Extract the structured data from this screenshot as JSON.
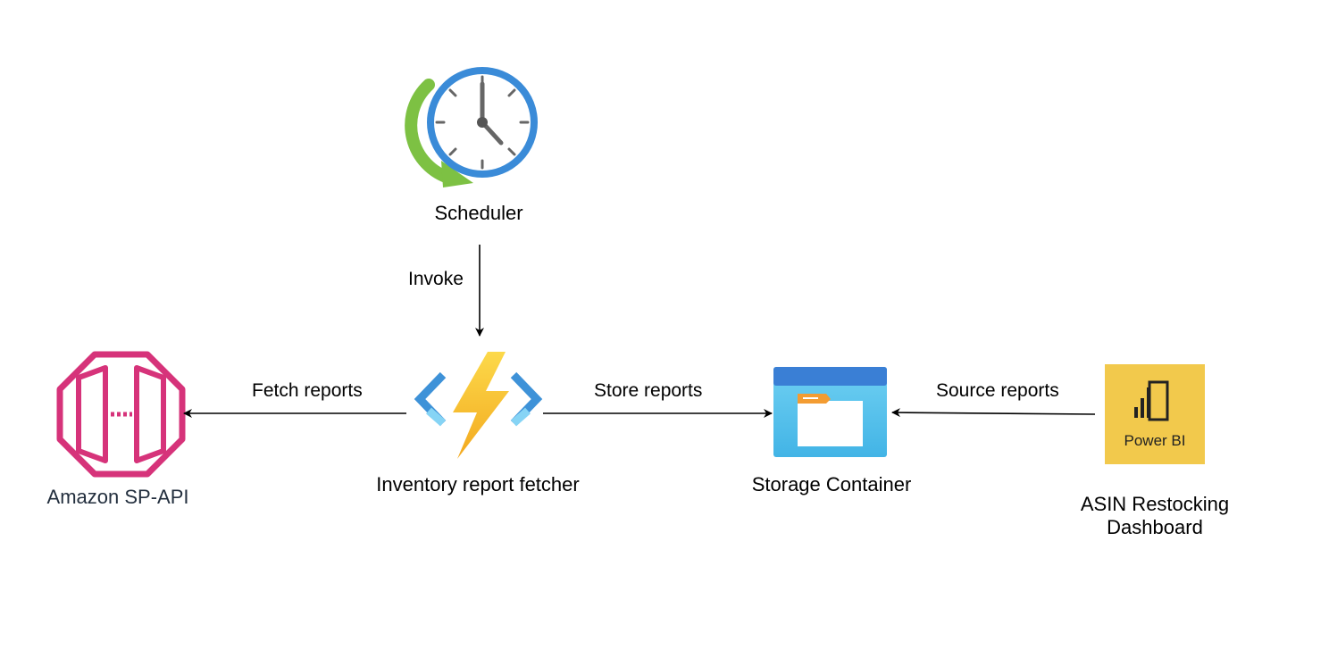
{
  "nodes": {
    "scheduler": {
      "label": "Scheduler",
      "icon": "clock-icon"
    },
    "function": {
      "label": "Inventory report fetcher",
      "icon": "azure-function-icon"
    },
    "sp_api": {
      "label": "Amazon SP-API",
      "icon": "api-gateway-icon"
    },
    "storage": {
      "label": "Storage Container",
      "icon": "storage-container-icon"
    },
    "dashboard": {
      "label_line1": "ASIN Restocking",
      "label_line2": "Dashboard",
      "icon": "power-bi-icon",
      "icon_text": "Power BI"
    }
  },
  "edges": {
    "invoke": "Invoke",
    "fetch": "Fetch reports",
    "store": "Store reports",
    "source": "Source reports"
  },
  "colors": {
    "sp_api_magenta": "#d6337a",
    "clock_blue": "#3a8bd8",
    "clock_green": "#7dc143",
    "bolt_yellow": "#f6c42b",
    "bracket_blue": "#3e92d8",
    "storage_blue": "#3a7fd5",
    "storage_light": "#5cc3ec",
    "powerbi_yellow": "#f2c94c",
    "sp_api_text": "#232f3e"
  }
}
